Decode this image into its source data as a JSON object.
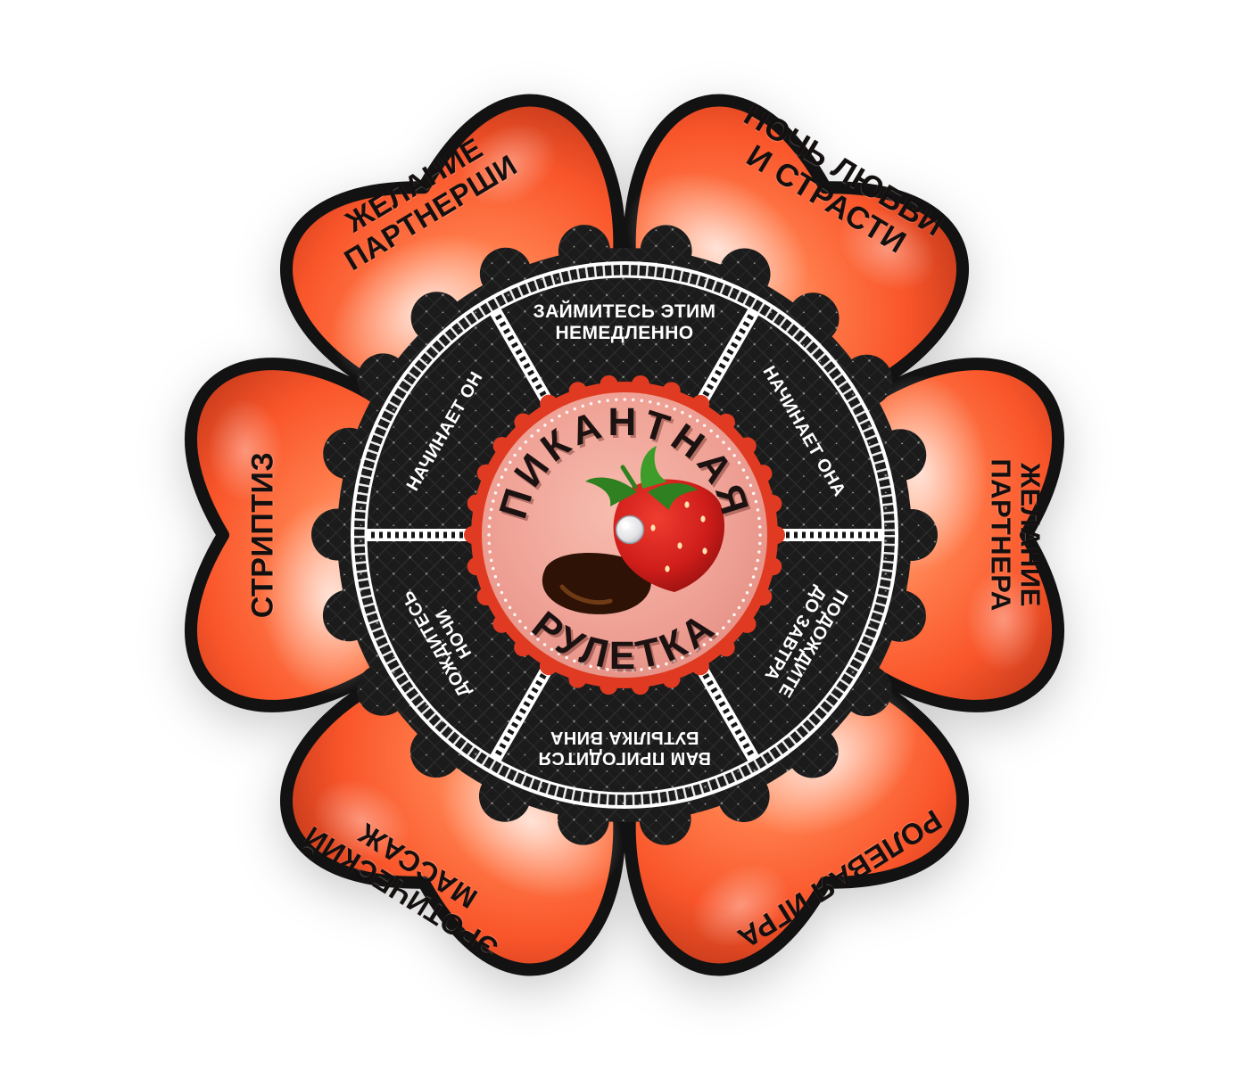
{
  "product": {
    "title_line1": "ПИКАНТНАЯ",
    "title_line2": "РУЛЕТКА"
  },
  "petals": [
    {
      "label": "ЖЕЛАНИЕ\nПАРТНЕРШИ"
    },
    {
      "label": "НОЧЬ ЛЮБВИ\nИ СТРАСТИ"
    },
    {
      "label": "ЖЕЛАНИЕ\nПАРТНЕРА"
    },
    {
      "label": "РОЛЕВАЯ ИГРА"
    },
    {
      "label": "ЭРОТИЧЕСКИЙ\nМАССАЖ"
    },
    {
      "label": "СТРИПТИЗ"
    }
  ],
  "segments": [
    {
      "label": "ЗАЙМИТЕСЬ ЭТИМ\nНЕМЕДЛЕННО"
    },
    {
      "label": "НАЧИНАЕТ ОНА"
    },
    {
      "label": "ПОДОЖДИТЕ\nДО ЗАВТРА"
    },
    {
      "label": "ВАМ ПРИГОДИТСЯ\nБУТЫЛКА ВИНА"
    },
    {
      "label": "ДОЖДИТЕСЬ\nНОЧИ"
    },
    {
      "label": "НАЧИНАЕТ ОН"
    }
  ],
  "icons": [
    {
      "name": "strawberry-in-chocolate-icon"
    },
    {
      "name": "pearl-pin-icon"
    }
  ],
  "colors": {
    "background": "#ffffff",
    "petal_main": "#f9552a",
    "petal_highlight": "#ffb28c",
    "petal_dark": "#c63a1b",
    "outline_black": "#121212",
    "wheel_black": "#1b1b1b",
    "lace_white": "#ffffff",
    "medallion_pink": "#efa094",
    "medallion_border_red": "#e03b22",
    "segment_text": "#ffffff",
    "petal_text": "#151010",
    "title_text": "#1c1212"
  }
}
